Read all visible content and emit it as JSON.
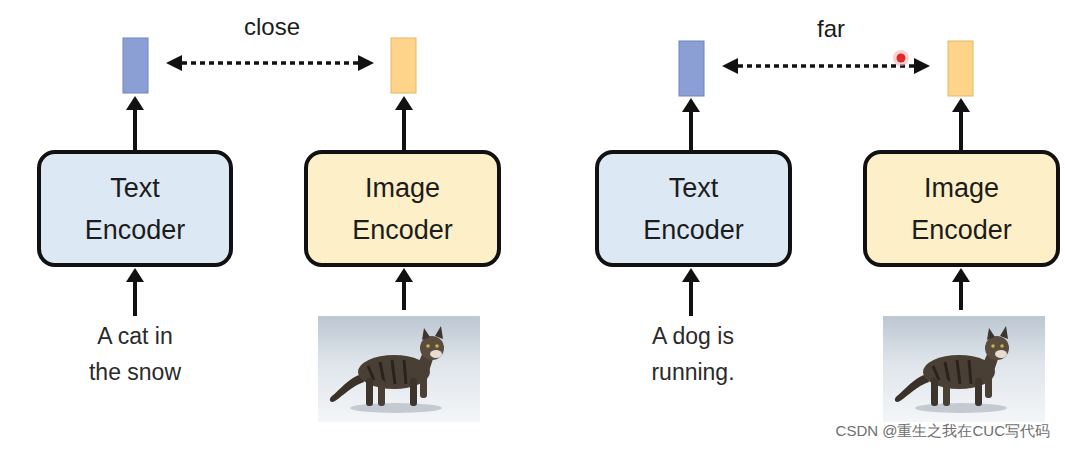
{
  "diagram": {
    "nodes": [
      {
        "text": [
          "Text Encoder"
        ]
      },
      {
        "text": [
          "Image Encoder"
        ]
      },
      {
        "text": [
          "Text Encoder"
        ]
      },
      {
        "text": [
          "Image Encoder"
        ]
      }
    ],
    "labels": [
      "close",
      "A cat in the snow",
      "far",
      "A dog is running.",
      "CSDN @重生之我在CUC写代码"
    ]
  }
}
